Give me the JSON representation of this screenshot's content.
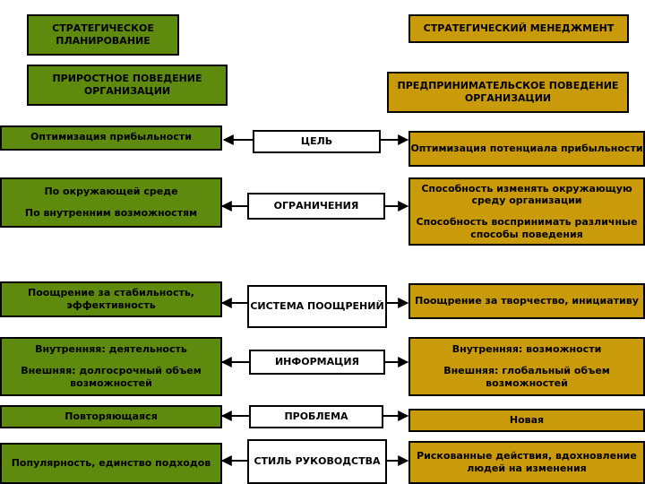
{
  "headers": {
    "left_1": "СТРАТЕГИЧЕСКОЕ ПЛАНИРОВАНИЕ",
    "left_2": "ПРИРОСТНОЕ ПОВЕДЕНИЕ ОРГАНИЗАЦИИ",
    "right_1": "СТРАТЕГИЧЕСКИЙ МЕНЕДЖМЕНТ",
    "right_2": "ПРЕДПРИНИМАТЕЛЬСКОЕ ПОВЕДЕНИЕ ОРГАНИЗАЦИИ"
  },
  "rows": [
    {
      "center": [
        "ЦЕЛЬ"
      ],
      "left": [
        "Оптимизация прибыльности"
      ],
      "right": [
        "Оптимизация потенциала прибыльности"
      ]
    },
    {
      "center": [
        "ОГРАНИЧЕНИЯ"
      ],
      "left": [
        "По окружающей среде",
        "По внутренним возможностям"
      ],
      "right": [
        "Способность изменять окружающую среду организации",
        "Способность воспринимать различные способы поведения"
      ]
    },
    {
      "center": [
        "СИСТЕМА ПООЩРЕНИЙ"
      ],
      "left": [
        "Поощрение за стабильность, эффективность"
      ],
      "right": [
        "Поощрение за творчество, инициативу"
      ]
    },
    {
      "center": [
        "ИНФОРМАЦИЯ"
      ],
      "left": [
        "Внутренняя: деятельность",
        "Внешняя: долгосрочный объем возможностей"
      ],
      "right": [
        "Внутренняя: возможности",
        "Внешняя: глобальный объем возможностей"
      ]
    },
    {
      "center": [
        "ПРОБЛЕМА"
      ],
      "left": [
        "Повторяющаяся"
      ],
      "right": [
        "Новая"
      ]
    },
    {
      "center": [
        "СТИЛЬ РУКОВОДСТВА"
      ],
      "left": [
        "Популярность, единство подходов"
      ],
      "right": [
        "Рискованные действия, вдохновление людей на изменения"
      ]
    }
  ]
}
